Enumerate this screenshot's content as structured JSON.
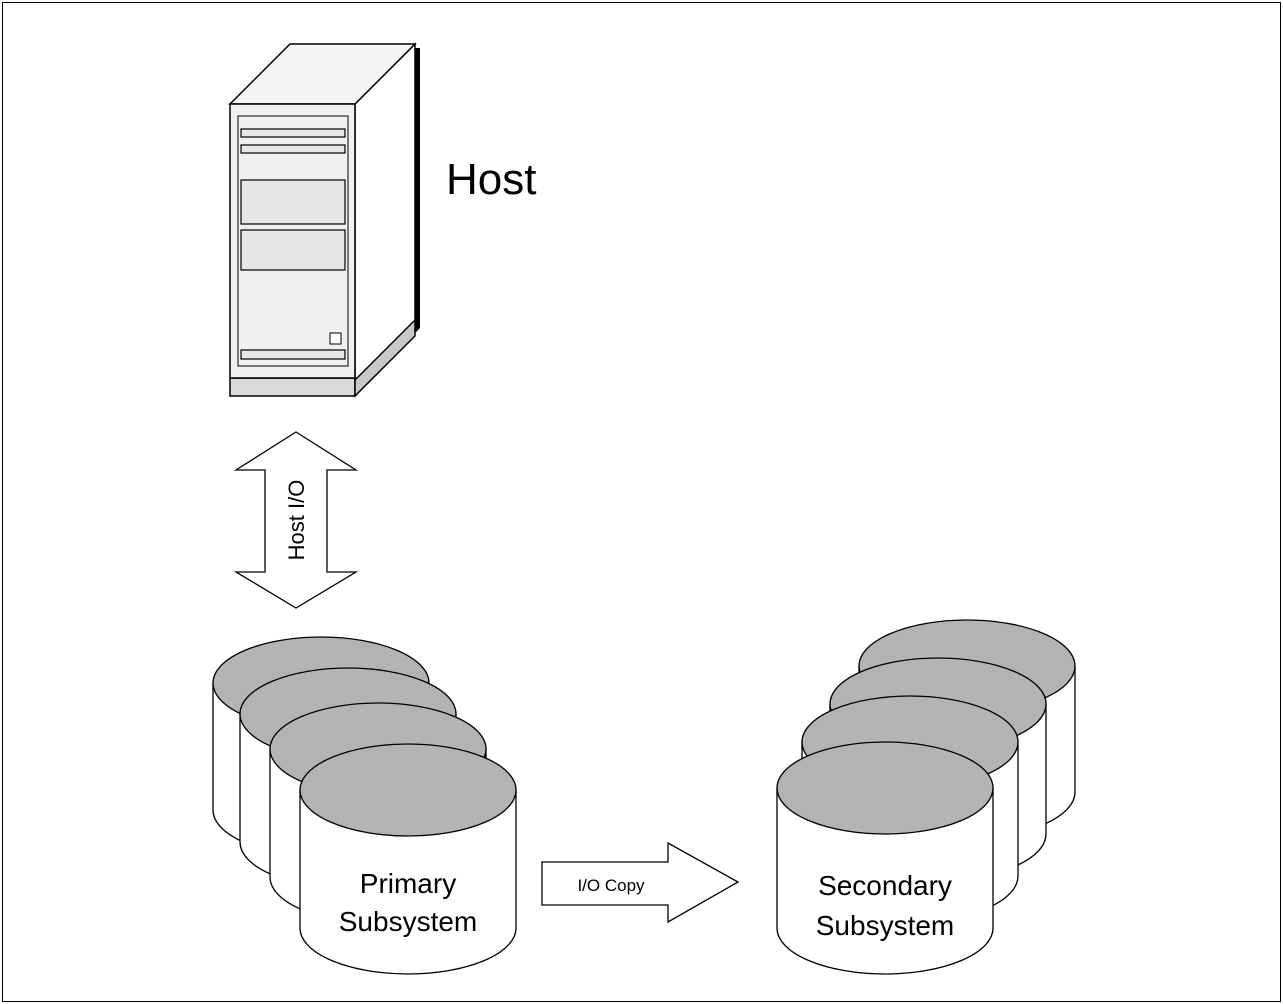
{
  "host": {
    "label": "Host",
    "icon": "server-tower-icon"
  },
  "host_io": {
    "label": "Host I/O",
    "icon": "double-arrow-icon"
  },
  "primary": {
    "line1": "Primary",
    "line2": "Subsystem",
    "icon": "disk-stack-icon"
  },
  "io_copy": {
    "label": "I/O Copy",
    "icon": "right-arrow-icon"
  },
  "secondary": {
    "line1": "Secondary",
    "line2": "Subsystem",
    "icon": "disk-stack-icon"
  },
  "colors": {
    "disk_top": "#b3b3b3",
    "server_face": "#f0f0f0",
    "server_side": "#ffffff",
    "slot": "#e6e6e6",
    "stroke": "#000000"
  }
}
